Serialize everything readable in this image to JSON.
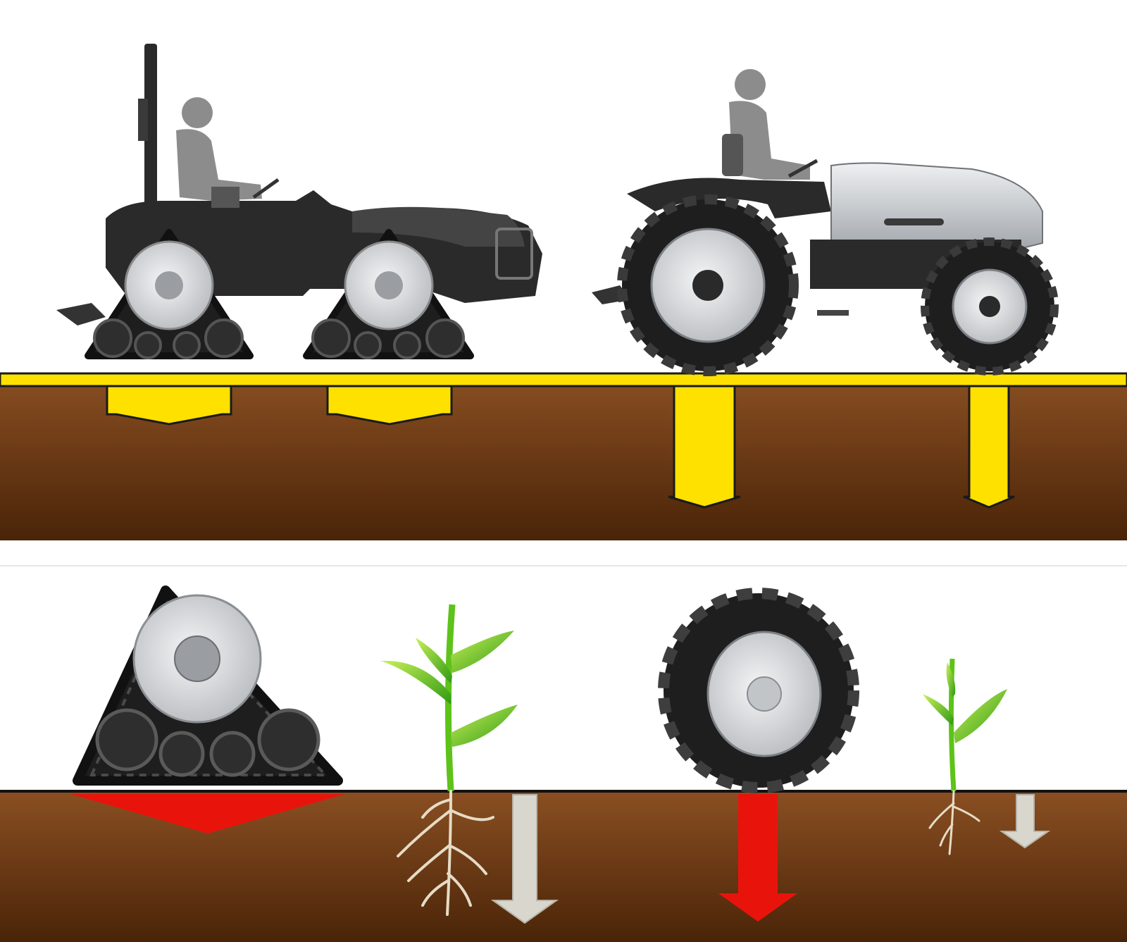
{
  "colors": {
    "background": "#ffffff",
    "soil_top": "#8a4f22",
    "soil_bottom": "#4a2408",
    "pressure_low": "#ffe100",
    "pressure_outline": "#1a1a1a",
    "impact_high": "#e8140c",
    "root_growth": "#d9d6cd",
    "plant_green": "#5ec21a",
    "tracked_vehicle": "#2a2a2a",
    "tyre_rubber": "#1e1e1e",
    "rim_grey": "#d8dadc",
    "tractor_hood": "#cfd3d7",
    "operator_silhouette": "#8c8c8c",
    "divider": "#e6e6e6"
  },
  "icons": {
    "tracked_tractor": "tracked-tractor-icon",
    "wheeled_tractor": "wheeled-tractor-icon",
    "track_unit": "track-unit-icon",
    "tyre": "tyre-icon",
    "tall_plant": "tall-plant-icon",
    "short_plant": "short-plant-icon",
    "pressure_arrow": "down-arrow-icon"
  },
  "comparison": {
    "tracked": {
      "ground_pressure_depth": 0.25,
      "soil_impact": "wide-shallow",
      "root_depth": 0.8,
      "growth_arrow_length": 0.8
    },
    "wheeled": {
      "ground_pressure_depth": 0.85,
      "soil_impact": "narrow-deep",
      "root_depth": 0.33,
      "growth_arrow_length": 0.33
    }
  }
}
